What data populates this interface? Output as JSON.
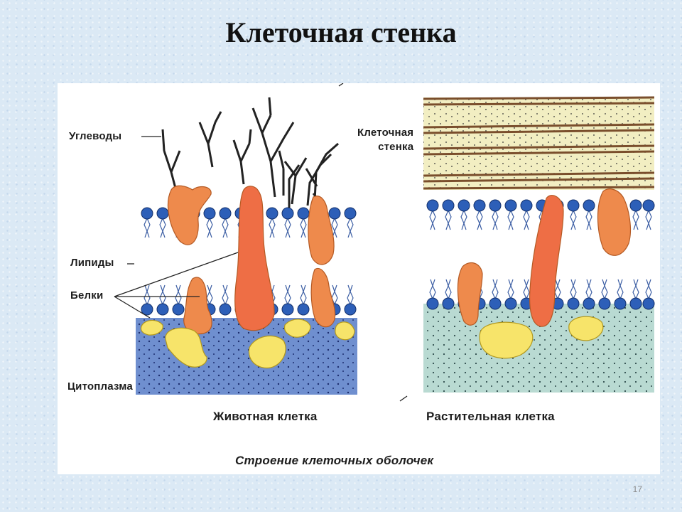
{
  "slide": {
    "title": "Клеточная стенка",
    "number": "17"
  },
  "figure": {
    "labels": {
      "carbohydrates": "Углеводы",
      "lipids": "Липиды",
      "proteins": "Белки",
      "cytoplasm": "Цитоплазма",
      "cell_wall_line1": "Клеточная",
      "cell_wall_line2": "стенка"
    },
    "captions": {
      "animal_cell": "Животная клетка",
      "plant_cell": "Растительная клетка",
      "figure_title": "Строение клеточных оболочек"
    },
    "colors": {
      "lipid_head": "#2d5fb8",
      "protein_orange": "#ee8a4c",
      "protein_yellow": "#f7e46a",
      "animal_cytoplasm": "#6f8fcf",
      "plant_cytoplasm": "#b9dad2",
      "cell_wall": "#f2eec2",
      "carbohydrate_chain": "#222222"
    }
  }
}
